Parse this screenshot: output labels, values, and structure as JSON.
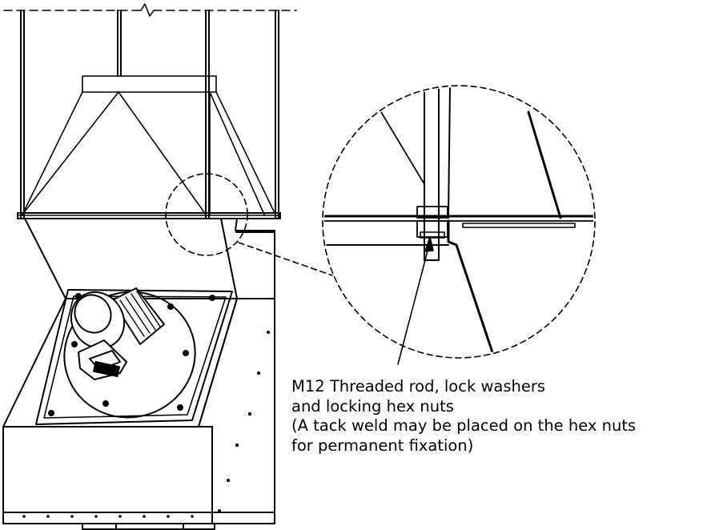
{
  "callout": {
    "line1": "M12 Threaded rod, lock washers",
    "line2": "and locking hex nuts",
    "line3": "(A tack weld may be placed on the hex nuts",
    "line4": "for permanent fixation)"
  },
  "colors": {
    "line": "#000000",
    "background": "#ffffff",
    "motor_fill": "#ffffff"
  }
}
